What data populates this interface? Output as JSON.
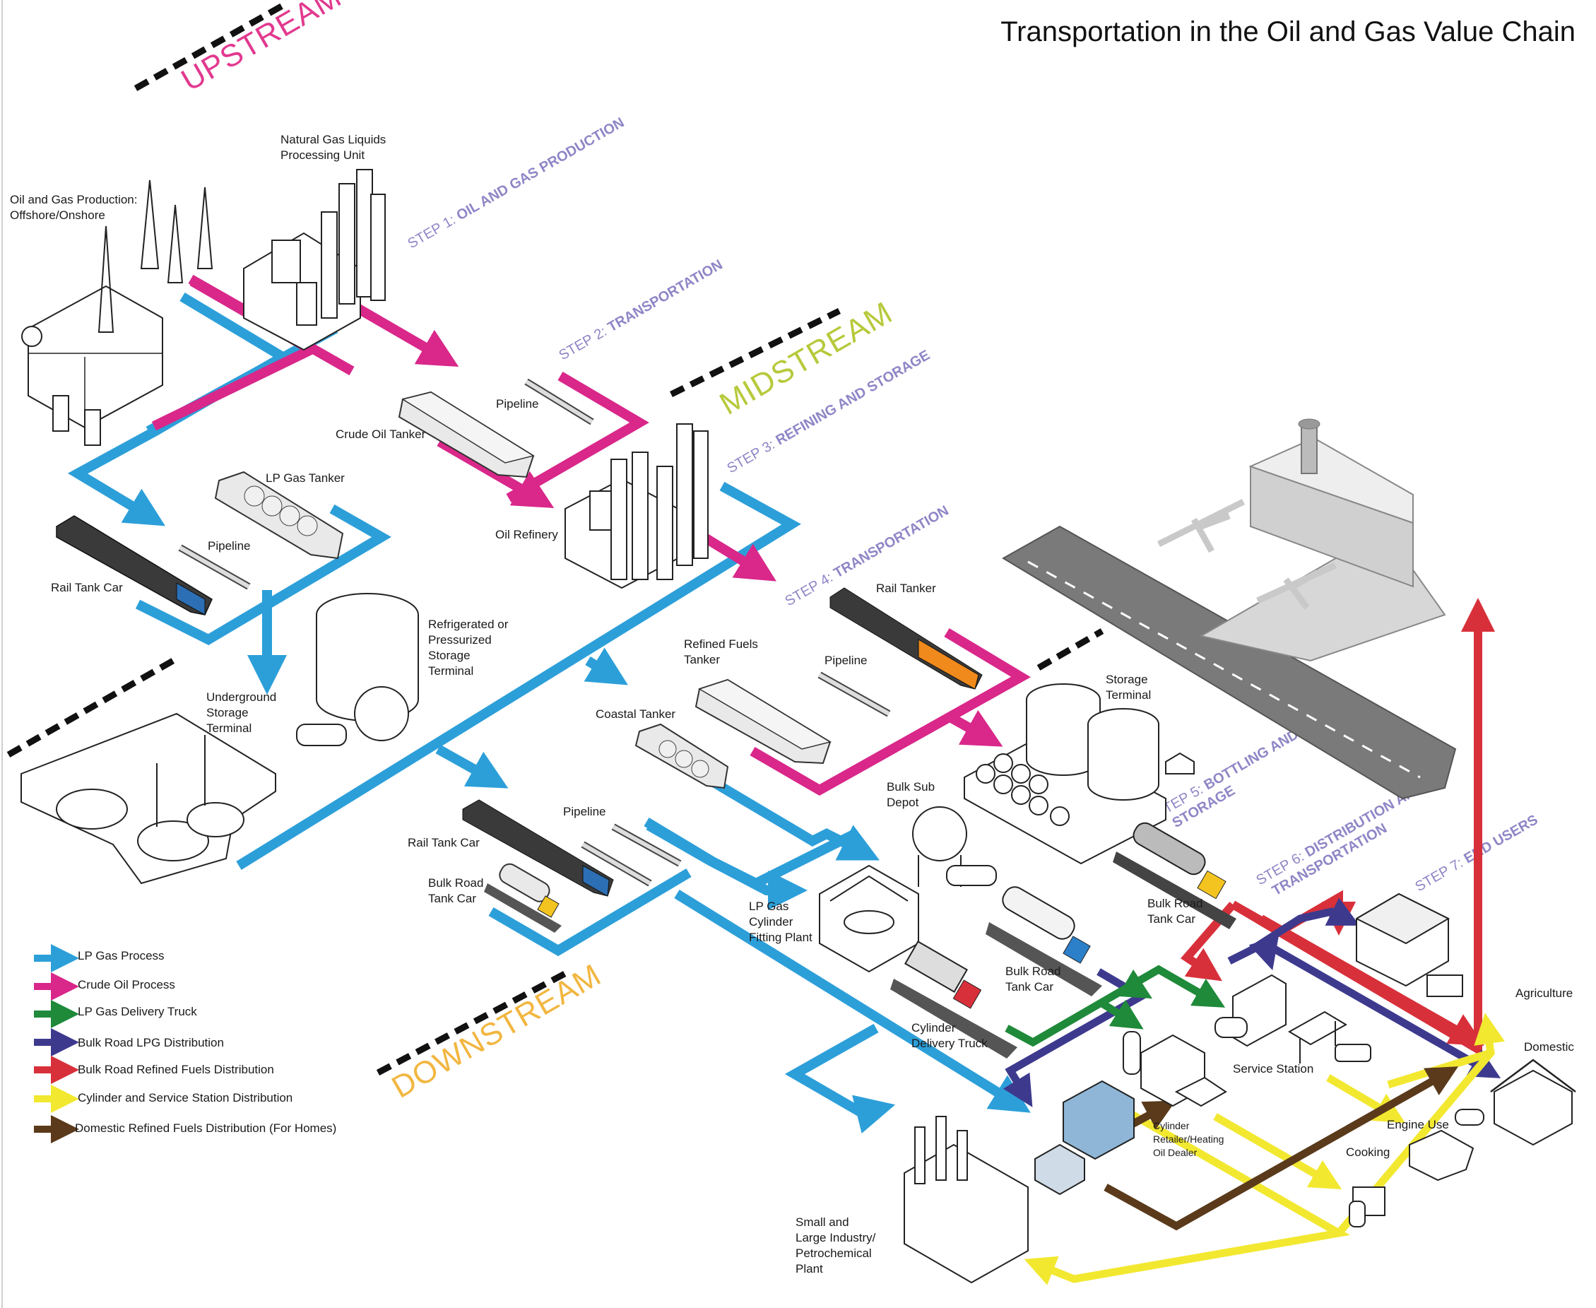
{
  "title": "Transportation in the Oil and Gas Value Chain",
  "stages": {
    "upstream": "UPSTREAM",
    "midstream": "MIDSTREAM",
    "downstream": "DOWNSTREAM"
  },
  "colors": {
    "upstream": "#e2398f",
    "midstream": "#b7c93b",
    "downstream": "#f2b640",
    "step_text": "#8e86c6",
    "lp_gas": "#2c9fd9",
    "crude_oil": "#d9278a",
    "lp_delivery": "#1f8a3a",
    "bulk_lpg": "#3d3a8e",
    "bulk_refined": "#d8303a",
    "cylinder_station": "#f2e830",
    "domestic_refined": "#5a3a1a"
  },
  "steps": [
    {
      "prefix": "STEP 1:",
      "label": "OIL AND GAS PRODUCTION"
    },
    {
      "prefix": "STEP 2:",
      "label": "TRANSPORTATION"
    },
    {
      "prefix": "STEP 3:",
      "label": "REFINING AND STORAGE"
    },
    {
      "prefix": "STEP 4:",
      "label": "TRANSPORTATION"
    },
    {
      "prefix": "STEP 5:",
      "label": "BOTTLING AND",
      "label2": "STORAGE"
    },
    {
      "prefix": "STEP 6:",
      "label": "DISTRIBUTION AND",
      "label2": "TRANSPORTATION"
    },
    {
      "prefix": "STEP 7:",
      "label": "END USERS"
    }
  ],
  "labels": {
    "production": [
      "Oil and Gas Production:",
      "Offshore/Onshore"
    ],
    "ngl": [
      "Natural Gas Liquids",
      "Processing Unit"
    ],
    "pipeline1": "Pipeline",
    "crude_tanker": "Crude Oil Tanker",
    "lp_tanker": "LP Gas Tanker",
    "pipeline2": "Pipeline",
    "rail_tank_car1": "Rail Tank Car",
    "oil_refinery": "Oil Refinery",
    "refrigerated": [
      "Refrigerated or",
      "Pressurized",
      "Storage",
      "Terminal"
    ],
    "underground": [
      "Underground",
      "Storage",
      "Terminal"
    ],
    "rail_tanker": "Rail Tanker",
    "refined_fuels_tanker": [
      "Refined Fuels",
      "Tanker"
    ],
    "pipeline3": "Pipeline",
    "coastal_tanker": "Coastal Tanker",
    "storage_terminal": [
      "Storage",
      "Terminal"
    ],
    "bulk_sub_depot": [
      "Bulk Sub",
      "Depot"
    ],
    "pipeline4": "Pipeline",
    "rail_tank_car2": "Rail Tank Car",
    "bulk_road_tank_car1": [
      "Bulk Road",
      "Tank Car"
    ],
    "lp_gas_cylinder": [
      "LP Gas",
      "Cylinder",
      "Fitting Plant"
    ],
    "bulk_road_tank_car2": [
      "Bulk Road",
      "Tank Car"
    ],
    "bulk_road_tank_car3": [
      "Bulk Road",
      "Tank Car"
    ],
    "cylinder_delivery_truck": [
      "Cylinder",
      "Delivery Truck"
    ],
    "service_station": "Service Station",
    "agriculture": "Agriculture",
    "domestic": "Domestic",
    "engine_use": "Engine Use",
    "cooking": "Cooking",
    "cylinder_retailer": [
      "Cylinder",
      "Retailer/Heating",
      "Oil Dealer"
    ],
    "industry": [
      "Small and",
      "Large Industry/",
      "Petrochemical",
      "Plant"
    ]
  },
  "legend": [
    {
      "label": "LP Gas Process",
      "color": "#2c9fd9"
    },
    {
      "label": "Crude Oil Process",
      "color": "#d9278a"
    },
    {
      "label": "LP Gas Delivery Truck",
      "color": "#1f8a3a"
    },
    {
      "label": "Bulk Road LPG Distribution",
      "color": "#3d3a8e"
    },
    {
      "label": "Bulk Road Refined Fuels Distribution",
      "color": "#d8303a"
    },
    {
      "label": "Cylinder and Service Station Distribution",
      "color": "#f2e830"
    },
    {
      "label": "Domestic Refined Fuels Distribution (For Homes)",
      "color": "#5a3a1a"
    }
  ]
}
